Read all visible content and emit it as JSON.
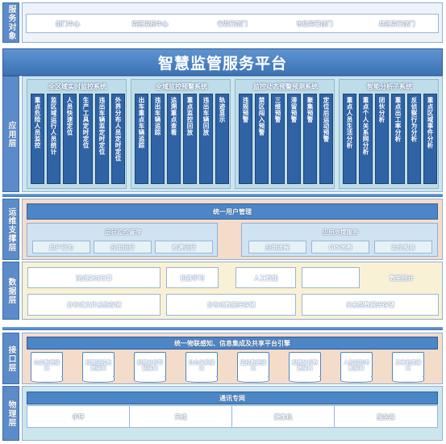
{
  "layers": {
    "service": {
      "label": "服务对象",
      "items": [
        "部门中心",
        "监区监控中心",
        "省监管部门",
        "市级监管部门",
        "县区监管部门"
      ]
    },
    "platform": {
      "title": "智慧监管服务平台"
    },
    "application": {
      "label": "应用层",
      "groups": [
        {
          "title": "全区域实时监控系统",
          "items": [
            "重点危险人员监控",
            "监区域运行人员统计",
            "人员快速定位",
            "生产工具定时定位",
            "违出车辆监定时定位",
            "外界分布人员定时定位"
          ]
        },
        {
          "title": "全域监控预警系统",
          "items": [
            "出车重点车辆追踪",
            "违出车辆追踪",
            "追溯重点查看",
            "重点监控回放",
            "违出车辆回放",
            "轨迹显示"
          ]
        },
        {
          "title": "监控动态预警预测系统",
          "items": [
            "违规预警",
            "禁区闯入预警",
            "三维预警",
            "滞留预警",
            "聚集预警",
            "定位后运动预警"
          ]
        },
        {
          "title": "智能分析子系统",
          "items": [
            "重点人员生活分析",
            "重点个人关系网分析",
            "团伙分析",
            "重点出工率分析",
            "反侦察行为分析",
            "重点区域事件分析"
          ]
        }
      ]
    },
    "ops": {
      "label": "运维支撑层",
      "title": "统一用户管理",
      "left": {
        "title": "运行监控管理",
        "items": [
          "用户行为",
          "应用运行",
          "资源运行"
        ]
      },
      "right": {
        "title": "应用支撑服务",
        "items": [
          "应用流程",
          "GIS地图",
          "定位服务"
        ]
      }
    },
    "data": {
      "label": "数据层",
      "row1": [
        "流式实时计算",
        "机器学习",
        "人工智能",
        "",
        "数据统计"
      ],
      "row2": [
        "分布式文件系统存储",
        "分布式数据库存储",
        "关系型数据库存储"
      ]
    },
    "interface": {
      "label": "接口层",
      "title": "统一物联感知、信息集成及共享平台引擎",
      "items": [
        "公安数据接口",
        "视频监控数据接口",
        "视频分析智能接口",
        "社会关系接口",
        "监控数据接口",
        "视频分析数据接口",
        "人脸识别考勤接口",
        "三维地图接口"
      ]
    },
    "physical": {
      "label": "物理层",
      "title": "通讯专网",
      "items": [
        "手环",
        "天线",
        "摄像机",
        "服务器"
      ]
    }
  },
  "colors": {
    "primary": "#4d86c6",
    "dark": "#2f63a5",
    "app_bg": "#cde6ee",
    "ops_bg": "#f4dccb",
    "data_bg": "#f9f1d6",
    "interface_bg": "#f4dccb",
    "physical_bg": "#cde6ee"
  }
}
